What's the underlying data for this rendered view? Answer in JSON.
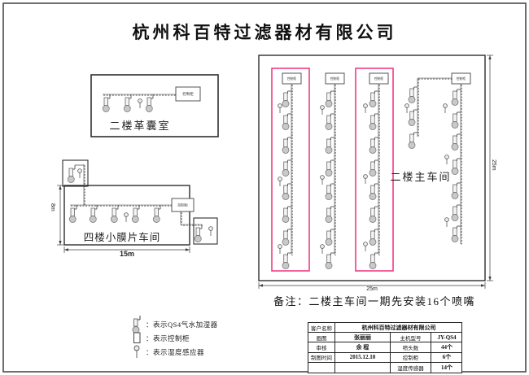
{
  "page": {
    "title": "杭州科百特过滤器材有限公司",
    "note": "备注：二楼主车间一期先安装16个喷嘴"
  },
  "diagram": {
    "cabinet_box_label": "控制柜",
    "highlight_color": "#ee3d82",
    "line_color": "#3f3f3f",
    "rooms": {
      "top_left": {
        "name": "二楼革囊室"
      },
      "mid_left": {
        "name": "四楼小膜片车间",
        "width_label": "15m",
        "height_label": "8m"
      },
      "main": {
        "name": "二楼主车间",
        "width_label": "25m",
        "height_label": "25m"
      }
    }
  },
  "legend": {
    "items": [
      {
        "icon": "humidifier-icon",
        "label": "：表示QS4气水加湿器"
      },
      {
        "icon": "cabinet-icon",
        "label": "：表示控制柜"
      },
      {
        "icon": "sensor-icon",
        "label": "：表示湿度感应器"
      }
    ]
  },
  "title_block": {
    "customer_label": "客户名称",
    "customer_value": "杭州科百特过滤器材有限公司",
    "draw_label": "画图",
    "draw_value": "张丽丽",
    "model_label": "主机型号",
    "model_value": "JY-QS4",
    "review_label": "审核",
    "review_value": "余 程",
    "nozzle_label": "喷头数",
    "nozzle_value": "44个",
    "date_label": "制图时间",
    "date_value": "2015.12.10",
    "cabinet_label": "控制柜",
    "cabinet_value": "6个",
    "sensor_label": "湿度传感器",
    "sensor_value": "14个"
  }
}
